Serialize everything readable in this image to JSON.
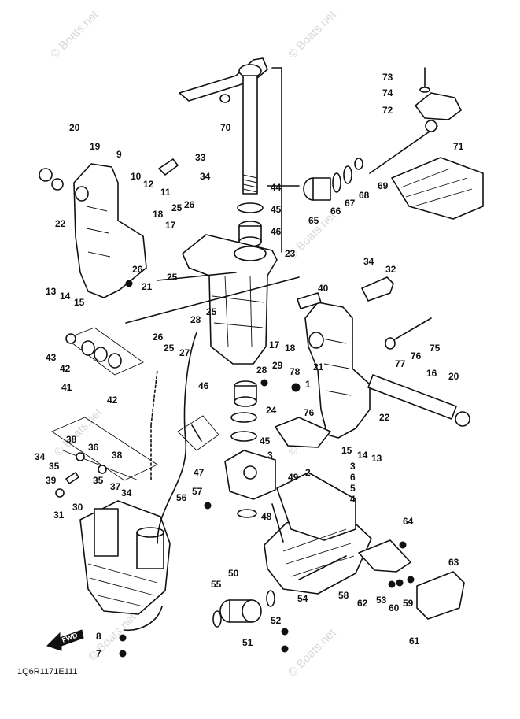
{
  "diagram_code": "1Q6R1171E111",
  "watermark": "© Boats.net",
  "fwd_label": "FWD",
  "callouts": [
    "1",
    "2",
    "3",
    "3",
    "4",
    "5",
    "6",
    "7",
    "8",
    "9",
    "10",
    "11",
    "12",
    "13",
    "13",
    "14",
    "14",
    "15",
    "15",
    "16",
    "17",
    "17",
    "18",
    "18",
    "19",
    "20",
    "20",
    "21",
    "21",
    "22",
    "22",
    "23",
    "24",
    "25",
    "25",
    "25",
    "25",
    "26",
    "26",
    "26",
    "27",
    "28",
    "28",
    "29",
    "30",
    "31",
    "32",
    "33",
    "34",
    "34",
    "34",
    "34",
    "35",
    "35",
    "36",
    "37",
    "38",
    "38",
    "39",
    "40",
    "41",
    "42",
    "42",
    "43",
    "44",
    "45",
    "45",
    "46",
    "46",
    "47",
    "48",
    "49",
    "50",
    "51",
    "52",
    "53",
    "54",
    "55",
    "56",
    "57",
    "58",
    "59",
    "60",
    "61",
    "62",
    "63",
    "64",
    "65",
    "66",
    "67",
    "68",
    "69",
    "70",
    "71",
    "72",
    "73",
    "74",
    "75",
    "76",
    "76",
    "77",
    "78"
  ]
}
